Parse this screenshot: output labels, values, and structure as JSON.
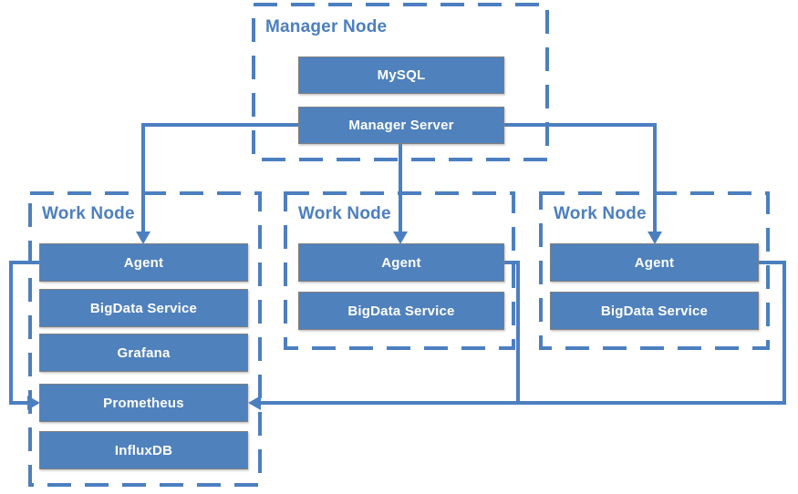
{
  "diagram_title": "",
  "colors": {
    "box_fill": "#4f81bd",
    "box_border": "#7f7f7f",
    "box_text": "#ffffff",
    "line": "#4c7fc0",
    "node_label_text": "#4c7fc0",
    "background": "#ffffff"
  },
  "nodes": [
    {
      "label": "Manager Node",
      "boxes": [
        "MySQL",
        "Manager Server"
      ]
    },
    {
      "label": "Work Node",
      "boxes": [
        "Agent",
        "BigData Service",
        "Grafana",
        "Prometheus",
        "InfluxDB"
      ]
    },
    {
      "label": "Work Node",
      "boxes": [
        "Agent",
        "BigData Service"
      ]
    },
    {
      "label": "Work Node",
      "boxes": [
        "Agent",
        "BigData Service"
      ]
    }
  ],
  "connections": [
    {
      "from": "Manager Server",
      "to": "Work Node 1 / Agent",
      "style": "arrow-down"
    },
    {
      "from": "Manager Server",
      "to": "Work Node 2 / Agent",
      "style": "arrow-down"
    },
    {
      "from": "Manager Server",
      "to": "Work Node 3 / Agent",
      "style": "arrow-down"
    },
    {
      "from": "Work Node 1 / Agent",
      "to": "Work Node 1 / Prometheus",
      "style": "arrow-left-loop"
    },
    {
      "from": "Work Node 2 / Agent",
      "to": "Work Node 1 / Prometheus",
      "style": "arrow-bottom-bus"
    },
    {
      "from": "Work Node 3 / Agent",
      "to": "Work Node 1 / Prometheus",
      "style": "arrow-bottom-bus"
    }
  ]
}
